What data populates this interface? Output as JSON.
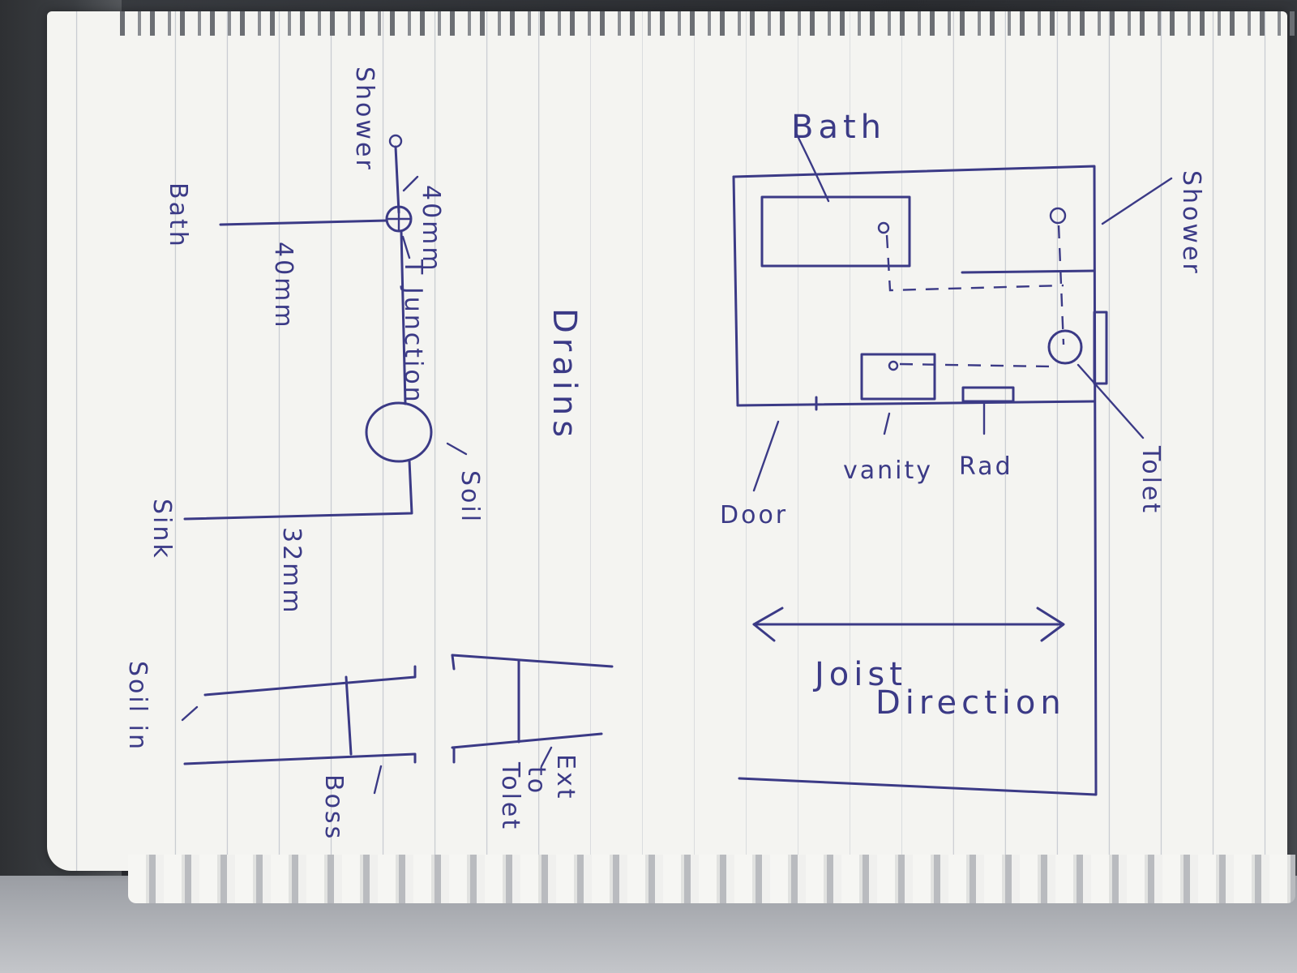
{
  "floor_plan": {
    "labels": {
      "bath": "Bath",
      "shower": "Shower",
      "toilet": "Tolet",
      "rad": "Rad",
      "vanity": "vanity",
      "door": "Door",
      "joist_line1": "Joist",
      "joist_line2": "Direction"
    }
  },
  "drains": {
    "title": "Drains",
    "labels": {
      "shower": "Shower",
      "bath": "Bath",
      "pipe_40mm_top": "40mm",
      "pipe_40mm_bath": "40mm",
      "t_junction": "T Junction",
      "soil": "Soil",
      "sink": "Sink",
      "pipe_32mm": "32mm",
      "soil_in": "Soil in",
      "boss": "Boss",
      "ext_line1": "Ext",
      "ext_line2": "to",
      "ext_line3": "Tolet"
    }
  }
}
